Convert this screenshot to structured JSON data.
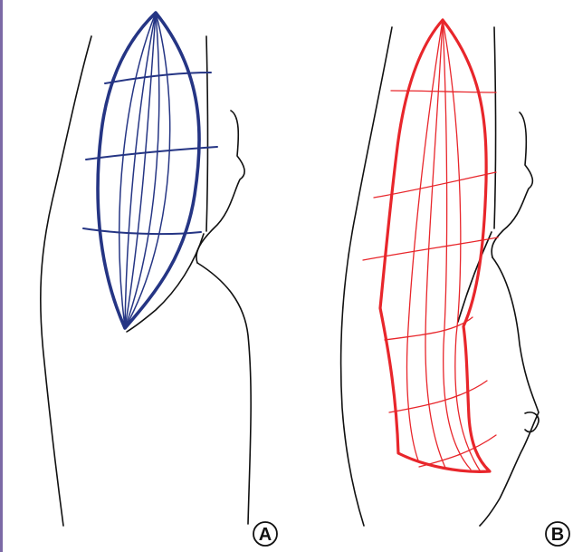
{
  "figure": {
    "panels": [
      {
        "id": "A",
        "label": "A",
        "color": "#253584"
      },
      {
        "id": "B",
        "label": "B",
        "color": "#e8262b"
      }
    ]
  }
}
